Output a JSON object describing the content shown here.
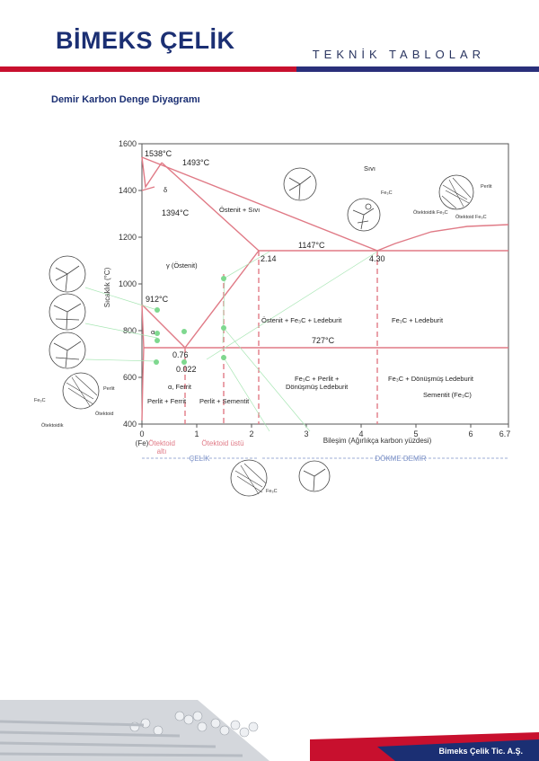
{
  "header": {
    "brand": "BİMEKS ÇELİK",
    "title": "TEKNİK TABLOLAR"
  },
  "section": {
    "title": "Demir Karbon Denge Diyagramı"
  },
  "diagram": {
    "y_axis_label": "Sıcaklık (°C)",
    "x_axis_label": "Bileşim (Ağırlıkça karbon yüzdesi)",
    "x_origin_label": "(Fe)",
    "y_ticks": [
      "400",
      "600",
      "800",
      "1000",
      "1200",
      "1400",
      "1600"
    ],
    "x_ticks": [
      "0",
      "1",
      "2",
      "3",
      "4",
      "5",
      "6",
      "6.7"
    ],
    "points": {
      "t1538": "1538°C",
      "t1493": "1493°C",
      "t1394": "1394°C",
      "t912": "912°C",
      "t1147": "1147°C",
      "t727": "727°C",
      "c214": "2.14",
      "c430": "4.30",
      "c076": "0.76",
      "c0022": "0.022"
    },
    "phases": {
      "delta": "δ",
      "sivi": "Sıvı",
      "ostenit_sivi": "Östenit + Sıvı",
      "ostenit": "γ (Östenit)",
      "alpha": "α",
      "alpha_ferrit": "α, Ferrit",
      "ostenit_fe3c_ledeburit": "Östenit + Fe₃C + Ledeburit",
      "fe3c_ledeburit": "Fe₃C + Ledeburit",
      "fe3c_perlit_line1": "Fe₃C + Perlit +",
      "fe3c_perlit_line2": "Dönüşmüş Ledeburit",
      "fe3c_donusmus": "Fe₃C + Dönüşmüş Ledeburit",
      "sementit": "Sementit (Fe₃C)",
      "perlit_ferrit": "Perlit + Ferrit",
      "perlit_sementit": "Perlit + Sementit"
    },
    "regions": {
      "otektoid_alti_1": "Ötektoid",
      "otektoid_alti_2": "altı",
      "otektoid_ustu": "Ötektoid üstü",
      "celik": "ÇELİK",
      "dokme_demir": "DÖKME DEMİR"
    },
    "micro_labels": {
      "perlit": "Perlit",
      "otektoid_fe3c": "Ötektoid Fe₃C",
      "otektoidik_fe3c": "Ötektoidik Fe₃C",
      "fe3c": "Fe₃C",
      "fe3c_left": "Fe₃C",
      "perlit_left": "Perlit",
      "otektoid": "Ötektoid",
      "otektoidik_left": "Ötektoidik",
      "fe3c_bottom": "Fe₃C"
    }
  },
  "footer": {
    "company": "Bimeks Çelik Tic. A.Ş."
  },
  "colors": {
    "brand_blue": "#1b2f73",
    "accent_red": "#c8102e",
    "phase_line": "#e07a86",
    "marker_green": "#7fd88f"
  }
}
